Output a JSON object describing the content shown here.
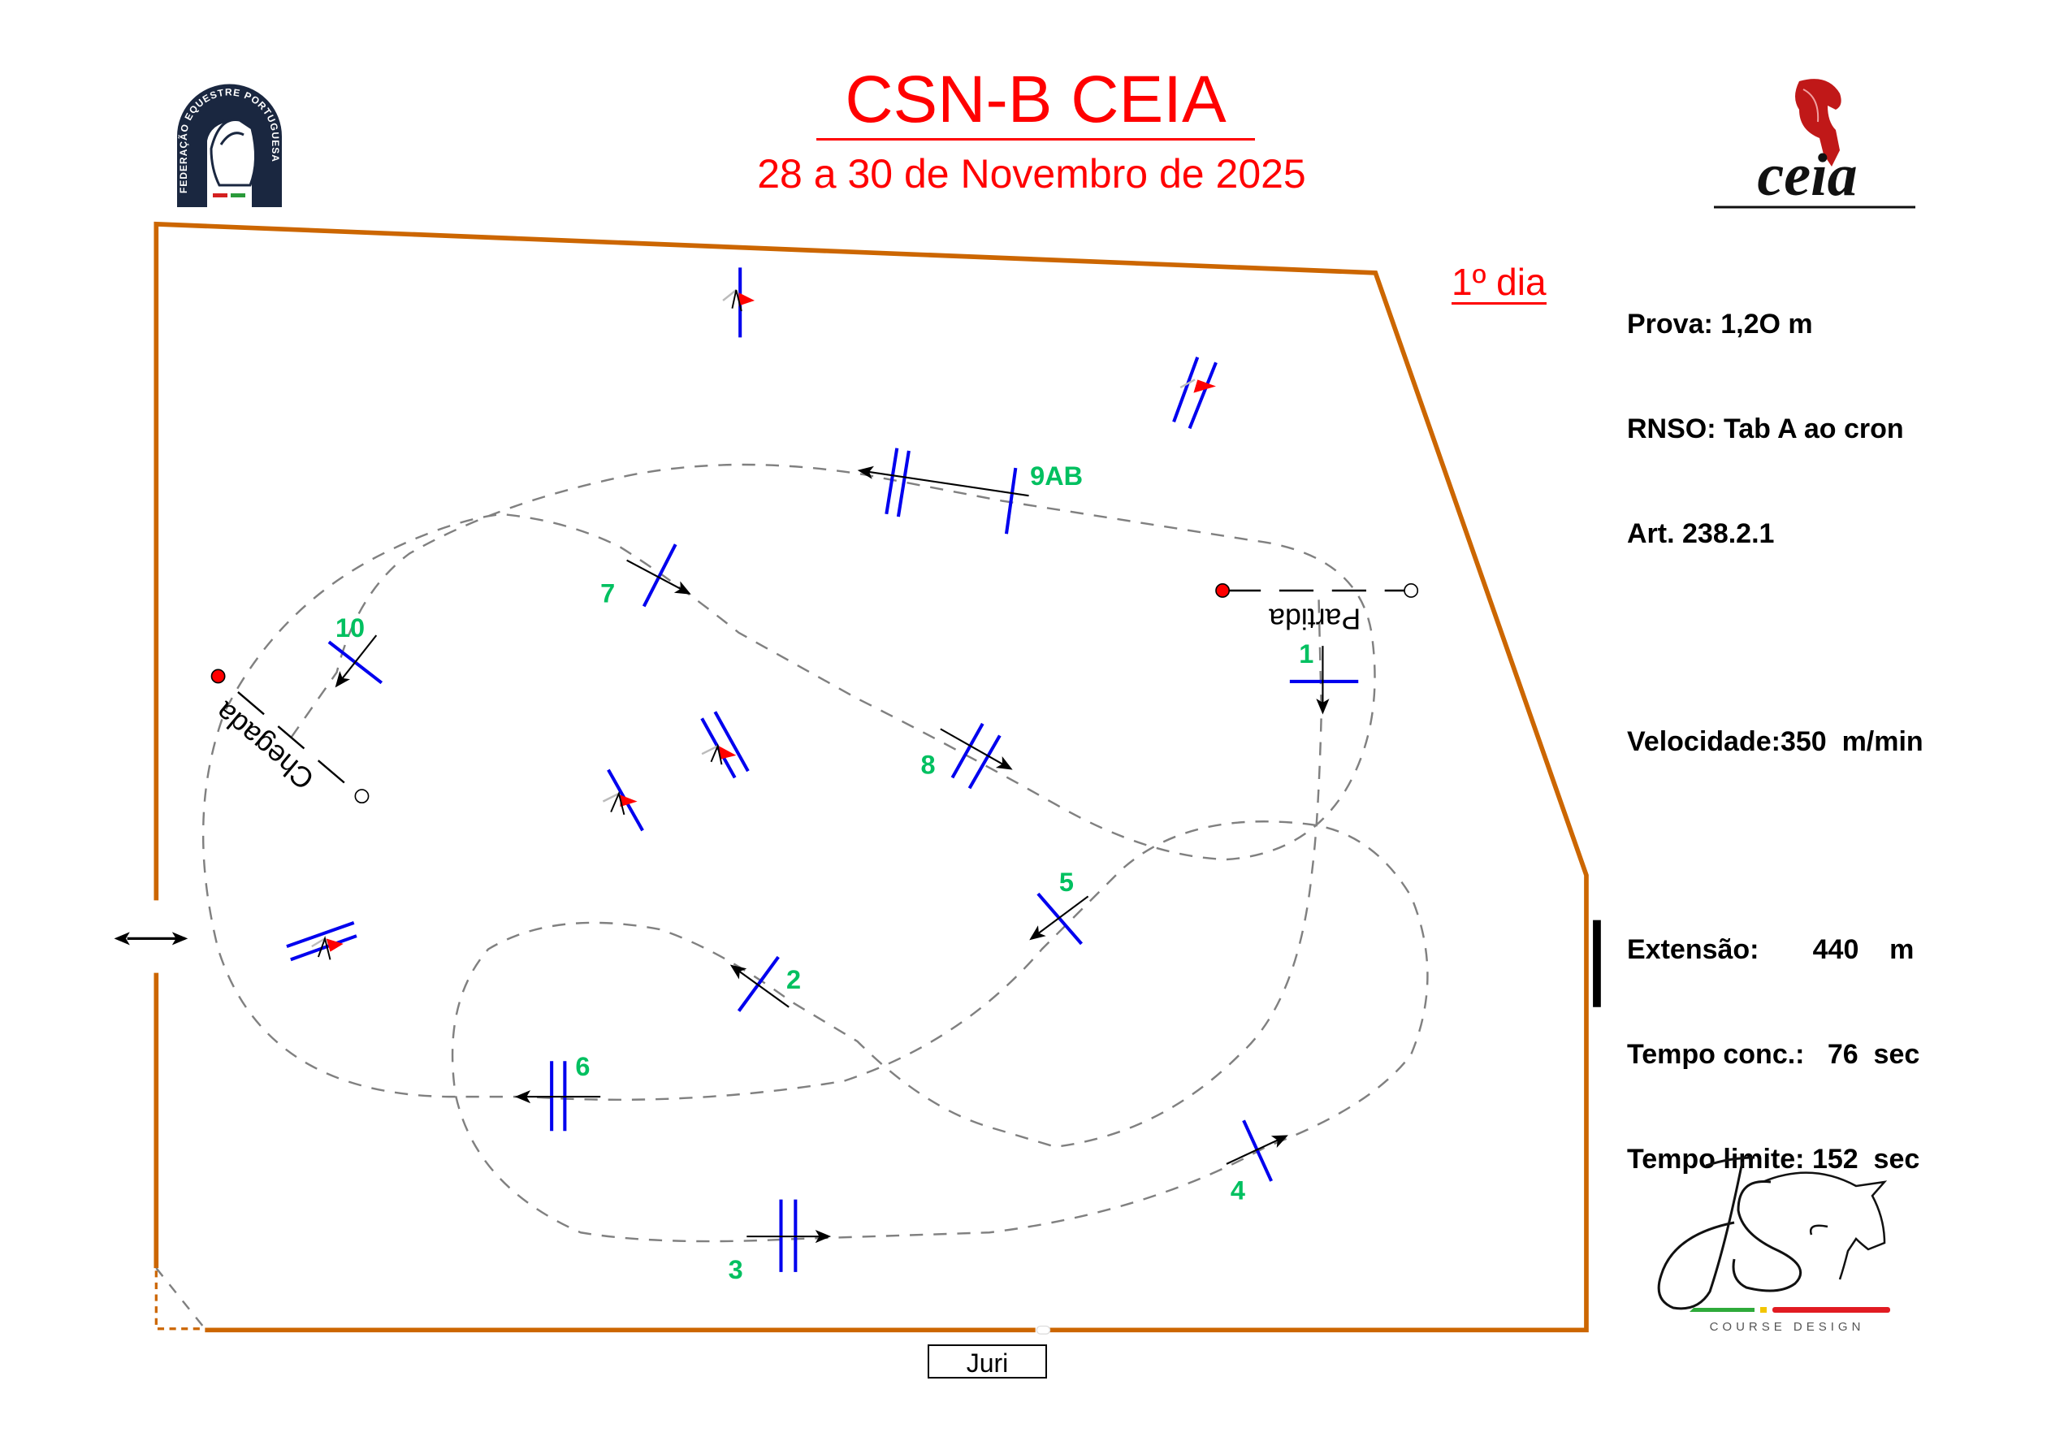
{
  "header": {
    "title": "CSN-B CEIA",
    "dates": "28 a 30 de Novembro de 2025",
    "day_label": "1º dia"
  },
  "logos": {
    "federation": "FEDERAÇÃO EQUESTRE PORTUGUESA",
    "organizer": "ceia",
    "designer_initials": "JS",
    "designer_caption": "COURSE DESIGN"
  },
  "info": {
    "prova": "Prova: 1,2O m",
    "rnso": "RNSO: Tab A ao cron",
    "article": "Art. 238.2.1",
    "speed": "Velocidade:350  m/min",
    "length": "Extensão:       440    m",
    "time_allowed": "Tempo conc.:   76  sec",
    "time_limit": "Tempo limite: 152  sec"
  },
  "course": {
    "start_label": "Partida",
    "finish_label": "Chegada",
    "jury_label": "Juri",
    "fences": [
      {
        "number": "1",
        "type": "vertical"
      },
      {
        "number": "2",
        "type": "vertical"
      },
      {
        "number": "3",
        "type": "oxer"
      },
      {
        "number": "4",
        "type": "vertical"
      },
      {
        "number": "5",
        "type": "vertical"
      },
      {
        "number": "6",
        "type": "oxer"
      },
      {
        "number": "7",
        "type": "vertical"
      },
      {
        "number": "8",
        "type": "oxer"
      },
      {
        "number": "9AB",
        "type": "combination"
      },
      {
        "number": "10",
        "type": "vertical"
      }
    ],
    "colors": {
      "arena_border": "#cc6600",
      "fence": "#0000ee",
      "fence_number": "#00c060",
      "track": "#808080",
      "flag": "#ff0000",
      "title": "#ff0000"
    }
  }
}
